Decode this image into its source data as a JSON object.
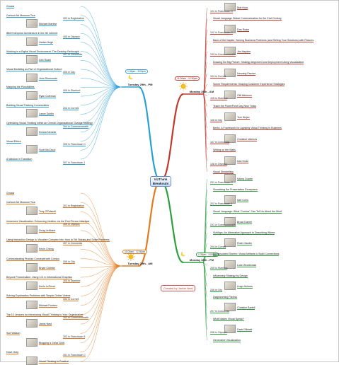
{
  "center": {
    "line1": "VizThink",
    "line2": "Breakouts"
  },
  "credit": "Created by Jackie Neal",
  "colors": {
    "tue_pm": "#2a9fd6",
    "mon_am": "#c0392b",
    "mon_pm": "#2e9e3f",
    "tue_am": "#e07b20",
    "center_border": "#6a8fc8"
  },
  "branches": [
    {
      "id": "tue-pm",
      "title": "Tuesday 29th - PM",
      "time": "1:30pm - 3:00pm",
      "icon": "moon-icon",
      "items": [
        {
          "text": "Gnosis"
        },
        {
          "text": "Cartoon Art Museum Tour",
          "room": "302 in Registration"
        },
        {
          "text": "Michael Martine"
        },
        {
          "text": "IBM Enterprise Architecture in the 3D Internet",
          "room": "405 in Olympic"
        },
        {
          "text": "Harlan Hugh"
        },
        {
          "text": "Working in a Digital Visual Environment: The Desktop Rethought",
          "room": "407 in Concordia"
        },
        {
          "text": "Dan Roam"
        },
        {
          "text": "Visual Modeling as Part of Organizational Culture",
          "room": "405 in City"
        },
        {
          "text": "John Simmonds"
        },
        {
          "text": "Mapping the Possibilities",
          "room": "405 in Stanford"
        },
        {
          "text": "Ryan Coleman"
        },
        {
          "text": "Building Visual Thinking Communities",
          "room": "204 in Cornell"
        },
        {
          "text": "Lance Dublin"
        },
        {
          "text": "Optimizing Visual Thinking within an Overall Organizational Change Strategy",
          "room": "304 in Commonwealth"
        },
        {
          "text": "Donna Kienzler"
        },
        {
          "text": "Visual Ethics",
          "room": "305 in Franciscan C"
        },
        {
          "text": "Scott McCloud"
        },
        {
          "text": "A Window in Transition",
          "room": "307 in Franciscan 1"
        }
      ]
    },
    {
      "id": "mon-am",
      "title": "Monday 28th - AM",
      "time": "11:00am - 12:30pm",
      "icon": "sun-icon",
      "items": [
        {
          "text": "Bob Horn",
          "room": "101 in Franciscan C"
        },
        {
          "text": "Visual Language Global Communication for the 21st Century"
        },
        {
          "text": "Dan Roam",
          "room": "102 in Franciscan C"
        },
        {
          "text": "Back of the Napkin: Solving Business Problems (and Selling Your Solutions) with Pictures"
        },
        {
          "text": "Jim Hayden",
          "room": "103 in Commonwealth"
        },
        {
          "text": "Drawing the Big Picture: Strategy Alignment and Deployment Using Visualization"
        },
        {
          "text": "Henning Fischer",
          "room": "104 in Cornell"
        },
        {
          "text": "Scene Requirements: Shaping Customer Experience Strategies"
        },
        {
          "text": "Cliff Atkinson",
          "room": "105 in Stanford"
        },
        {
          "text": "Teach the PowerPoint Dog New Tricks"
        },
        {
          "text": "Tom Wujec",
          "room": "106 in City"
        },
        {
          "text": "Bento: A Framework for Applying Visual Thinking in Business"
        },
        {
          "text": "Christine Valenza",
          "room": "107 in Concordia"
        },
        {
          "text": "Writing on the Walls"
        },
        {
          "text": "Karl Gude",
          "room": "108 in Olympic"
        },
        {
          "text": "Visual Storytelling"
        }
      ]
    },
    {
      "id": "mon-pm",
      "title": "Monday 28th - PM",
      "time": "1:30pm - 3:00pm",
      "icon": "moon-icon",
      "items": [
        {
          "text": "Nancy Duarte",
          "room": "201 in Franciscan C"
        },
        {
          "text": "Visualizing the Presentation Ecosystem"
        },
        {
          "text": "Neil Cohn",
          "room": "202 in Franciscan 1"
        },
        {
          "text": "Visual Language: What \"Comics\" Can Tell Us About the Mind"
        },
        {
          "text": "Bruce Daniel",
          "room": "203 in Commonwealth"
        },
        {
          "text": "VizMaps: An Alternative Approach to Describing Where"
        },
        {
          "text": "Rosh Gaudin",
          "room": "204 in Cornell"
        },
        {
          "text": "Encapsulated Stories: Visual Artifacts to Build Connections"
        },
        {
          "text": "Luke Wroblewski",
          "room": "205 in Stanford"
        },
        {
          "text": "Influencing Strategy by Design"
        },
        {
          "text": "Hugh Holmes",
          "room": "206 in City"
        },
        {
          "text": "Diagramming Fitness"
        },
        {
          "text": "Christine Barteli",
          "room": "207 in Concordia"
        },
        {
          "text": "What Makes Visual Speak?"
        },
        {
          "text": "David Sibbett",
          "room": "208 in Olympic"
        },
        {
          "text": "Generative Visualization"
        }
      ]
    },
    {
      "id": "tue-am",
      "title": "Tuesday 29th - AM",
      "time": "11:00am - 12:30pm",
      "icon": "sun-icon",
      "items": [
        {
          "text": "Gnosis"
        },
        {
          "text": "Cartoon Art Museum Tour",
          "room": "301 in Registration"
        },
        {
          "text": "Tony O'Driscoll"
        },
        {
          "text": "Immersive Visualization: Enhancing Intuition via the First-Person Interface",
          "room": "309 in Olympic"
        },
        {
          "text": "Doug LeMoine"
        },
        {
          "text": "Using Interaction Design to Visualize Complex Info: How to Tell Stories and Solve Problems",
          "room": "307 in Concordia"
        },
        {
          "text": "Kevin Cheng"
        },
        {
          "text": "Communicating Product Concepts with Comics",
          "room": "306 in City"
        },
        {
          "text": "Bryan Christie"
        },
        {
          "text": "Beyond Photorealism: Using 3-D in Informational Graphics",
          "room": "305 in Stanford"
        },
        {
          "text": "Kevin LeFever"
        },
        {
          "text": "Solving Explanation Problems with Simple Online Videos",
          "room": "304 in Cornell"
        },
        {
          "text": "Michael Poiriero"
        },
        {
          "text": "Top 10 Lessons for Introducing Visual Thinking to Your Organization",
          "room": "303 in Commonwealth"
        },
        {
          "text": "Jamie Nast"
        },
        {
          "text": "Sue Watson",
          "room": "302 in Franciscan 5"
        },
        {
          "text": "Blogging a Great 2008"
        },
        {
          "text": "Dave Gray",
          "room": "301 in Franciscan C"
        },
        {
          "text": "Visual Thinking in Practice"
        }
      ]
    }
  ]
}
